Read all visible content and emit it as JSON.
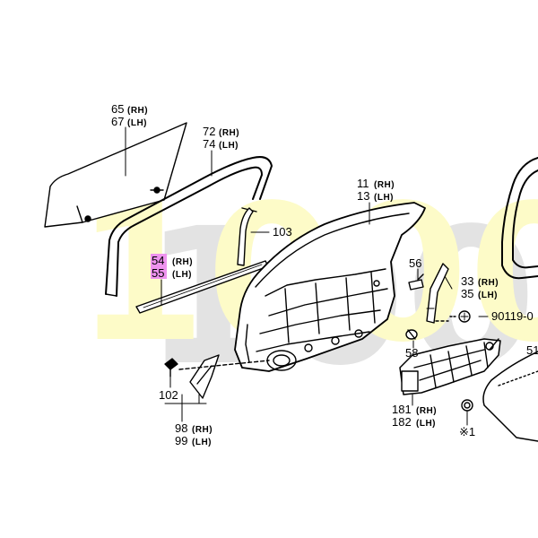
{
  "watermark": {
    "text": "1000g",
    "color": "#fdfbc8",
    "shadow_color": "#e3e3e3"
  },
  "highlight_color": "#ee93ee",
  "callouts": {
    "glass": {
      "num_a": "65",
      "side_a": "(RH)",
      "num_b": "67",
      "side_b": "(LH)"
    },
    "frame": {
      "num_a": "72",
      "side_a": "(RH)",
      "num_b": "74",
      "side_b": "(LH)"
    },
    "door": {
      "num_a": "11",
      "side_a": "(RH)",
      "num_b": "13",
      "side_b": "(LH)"
    },
    "belt": {
      "num_a": "54",
      "side_a": "(RH)",
      "num_b": "55",
      "side_b": "(LH)"
    },
    "channel": {
      "num": "103"
    },
    "clip_top": {
      "num": "56"
    },
    "clip_bottom": {
      "num": "58"
    },
    "weather": {
      "num_a": "33",
      "side_a": "(RH)",
      "num_b": "35",
      "side_b": "(LH)"
    },
    "bolt": {
      "code": "90119-0"
    },
    "garnish_clip": {
      "num": "102"
    },
    "garnish": {
      "num_a": "98",
      "side_a": "(RH)",
      "num_b": "99",
      "side_b": "(LH)"
    },
    "regulator": {
      "num_a": "181",
      "side_a": "(RH)",
      "num_b": "182",
      "side_b": "(LH)"
    },
    "note": {
      "text": "※1"
    },
    "trim": {
      "num": "51"
    }
  }
}
